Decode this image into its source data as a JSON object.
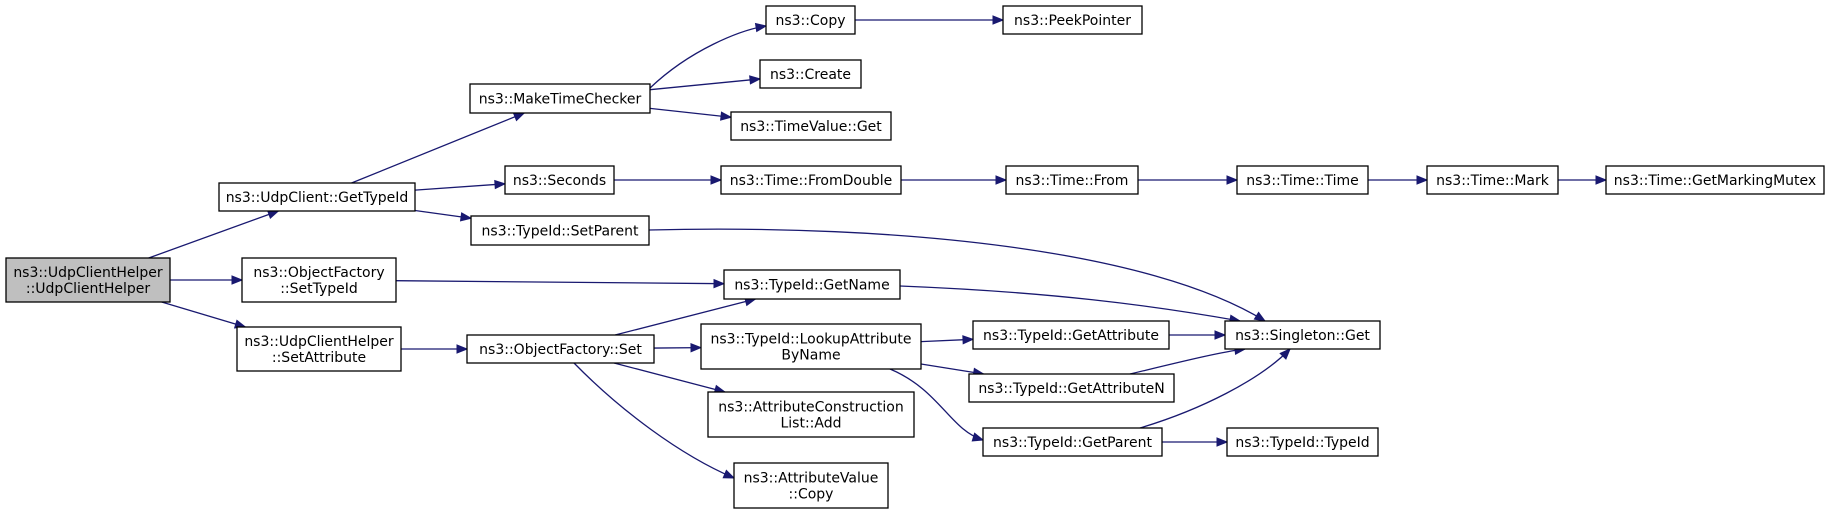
{
  "nodes": [
    {
      "id": "n_ctor",
      "lines": [
        "ns3::UdpClientHelper",
        "::UdpClientHelper"
      ],
      "root": true
    },
    {
      "id": "n_gettypeid",
      "lines": [
        "ns3::UdpClient::GetTypeId"
      ]
    },
    {
      "id": "n_of_settypeid",
      "lines": [
        "ns3::ObjectFactory",
        "::SetTypeId"
      ]
    },
    {
      "id": "n_ch_setattr",
      "lines": [
        "ns3::UdpClientHelper",
        "::SetAttribute"
      ]
    },
    {
      "id": "n_maketimechecker",
      "lines": [
        "ns3::MakeTimeChecker"
      ]
    },
    {
      "id": "n_seconds",
      "lines": [
        "ns3::Seconds"
      ]
    },
    {
      "id": "n_setparent",
      "lines": [
        "ns3::TypeId::SetParent"
      ]
    },
    {
      "id": "n_of_set",
      "lines": [
        "ns3::ObjectFactory::Set"
      ]
    },
    {
      "id": "n_copy",
      "lines": [
        "ns3::Copy"
      ]
    },
    {
      "id": "n_create",
      "lines": [
        "ns3::Create"
      ]
    },
    {
      "id": "n_tv_get",
      "lines": [
        "ns3::TimeValue::Get"
      ]
    },
    {
      "id": "n_fromdouble",
      "lines": [
        "ns3::Time::FromDouble"
      ]
    },
    {
      "id": "n_getname",
      "lines": [
        "ns3::TypeId::GetName"
      ]
    },
    {
      "id": "n_lookup",
      "lines": [
        "ns3::TypeId::LookupAttribute",
        "ByName"
      ]
    },
    {
      "id": "n_acl_add",
      "lines": [
        "ns3::AttributeConstruction",
        "List::Add"
      ]
    },
    {
      "id": "n_av_copy",
      "lines": [
        "ns3::AttributeValue",
        "::Copy"
      ]
    },
    {
      "id": "n_peekpointer",
      "lines": [
        "ns3::PeekPointer"
      ]
    },
    {
      "id": "n_time_from",
      "lines": [
        "ns3::Time::From"
      ]
    },
    {
      "id": "n_getattribute",
      "lines": [
        "ns3::TypeId::GetAttribute"
      ]
    },
    {
      "id": "n_getattributen",
      "lines": [
        "ns3::TypeId::GetAttributeN"
      ]
    },
    {
      "id": "n_getparent",
      "lines": [
        "ns3::TypeId::GetParent"
      ]
    },
    {
      "id": "n_time_time",
      "lines": [
        "ns3::Time::Time"
      ]
    },
    {
      "id": "n_singleton_get",
      "lines": [
        "ns3::Singleton::Get"
      ]
    },
    {
      "id": "n_typeid_typeid",
      "lines": [
        "ns3::TypeId::TypeId"
      ]
    },
    {
      "id": "n_time_mark",
      "lines": [
        "ns3::Time::Mark"
      ]
    },
    {
      "id": "n_markingmutex",
      "lines": [
        "ns3::Time::GetMarkingMutex"
      ]
    }
  ],
  "edges": [
    [
      "n_ctor",
      "n_gettypeid"
    ],
    [
      "n_ctor",
      "n_of_settypeid"
    ],
    [
      "n_ctor",
      "n_ch_setattr"
    ],
    [
      "n_gettypeid",
      "n_maketimechecker"
    ],
    [
      "n_gettypeid",
      "n_seconds"
    ],
    [
      "n_gettypeid",
      "n_setparent"
    ],
    [
      "n_maketimechecker",
      "n_copy"
    ],
    [
      "n_maketimechecker",
      "n_create"
    ],
    [
      "n_maketimechecker",
      "n_tv_get"
    ],
    [
      "n_copy",
      "n_peekpointer"
    ],
    [
      "n_seconds",
      "n_fromdouble"
    ],
    [
      "n_fromdouble",
      "n_time_from"
    ],
    [
      "n_time_from",
      "n_time_time"
    ],
    [
      "n_time_time",
      "n_time_mark"
    ],
    [
      "n_time_mark",
      "n_markingmutex"
    ],
    [
      "n_setparent",
      "n_singleton_get"
    ],
    [
      "n_of_settypeid",
      "n_getname"
    ],
    [
      "n_getname",
      "n_singleton_get"
    ],
    [
      "n_ch_setattr",
      "n_of_set"
    ],
    [
      "n_of_set",
      "n_getname"
    ],
    [
      "n_of_set",
      "n_lookup"
    ],
    [
      "n_of_set",
      "n_acl_add"
    ],
    [
      "n_of_set",
      "n_av_copy"
    ],
    [
      "n_lookup",
      "n_getattribute"
    ],
    [
      "n_lookup",
      "n_getattributen"
    ],
    [
      "n_lookup",
      "n_getparent"
    ],
    [
      "n_getattribute",
      "n_singleton_get"
    ],
    [
      "n_getattributen",
      "n_singleton_get"
    ],
    [
      "n_getparent",
      "n_singleton_get"
    ],
    [
      "n_getparent",
      "n_typeid_typeid"
    ]
  ],
  "colors": {
    "edge": "#191970",
    "root_fill": "#bfbfbf",
    "node_fill": "#ffffff",
    "node_stroke": "#000000"
  }
}
